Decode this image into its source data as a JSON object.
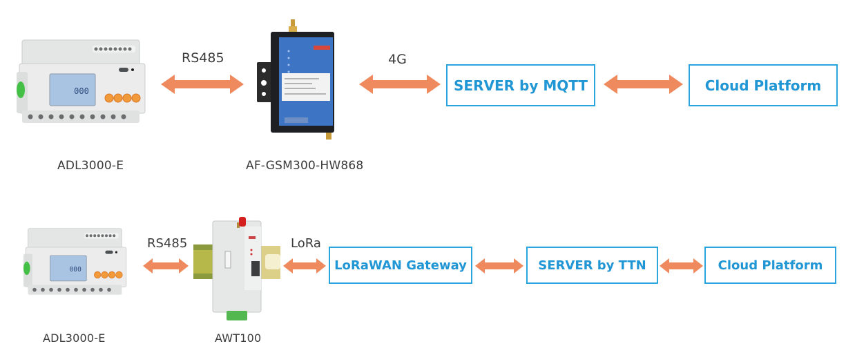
{
  "diagram": {
    "accent_colors": {
      "box_border": "#2aa5de",
      "box_text": "#2196d4",
      "arrow": "#ee8a5e"
    },
    "rows": [
      {
        "name": "4G/MQTT path",
        "devices": [
          {
            "id": "meter-1",
            "label": "ADL3000-E",
            "icon": "energy-meter-icon"
          },
          {
            "id": "gateway-4g",
            "label": "AF-GSM300-HW868",
            "icon": "4g-gateway-icon"
          }
        ],
        "links": [
          {
            "from": "ADL3000-E",
            "to": "AF-GSM300-HW868",
            "label": "RS485",
            "bidirectional": true
          },
          {
            "from": "AF-GSM300-HW868",
            "to": "SERVER by MQTT",
            "label": "4G",
            "bidirectional": true
          },
          {
            "from": "SERVER by MQTT",
            "to": "Cloud Platform",
            "label": "",
            "bidirectional": true
          }
        ],
        "boxes": [
          {
            "label": "SERVER by MQTT"
          },
          {
            "label": "Cloud Platform"
          }
        ]
      },
      {
        "name": "LoRa/TTN path",
        "devices": [
          {
            "id": "meter-2",
            "label": "ADL3000-E",
            "icon": "energy-meter-icon"
          },
          {
            "id": "lora-module",
            "label": "AWT100",
            "icon": "lora-module-icon"
          }
        ],
        "links": [
          {
            "from": "ADL3000-E",
            "to": "AWT100",
            "label": "RS485",
            "bidirectional": true
          },
          {
            "from": "AWT100",
            "to": "LoRaWAN Gateway",
            "label": "LoRa",
            "bidirectional": true
          },
          {
            "from": "LoRaWAN Gateway",
            "to": "SERVER by TTN",
            "label": "",
            "bidirectional": true
          },
          {
            "from": "SERVER by TTN",
            "to": "Cloud Platform",
            "label": "",
            "bidirectional": true
          }
        ],
        "boxes": [
          {
            "label": "LoRaWAN Gateway"
          },
          {
            "label": "SERVER by TTN"
          },
          {
            "label": "Cloud Platform"
          }
        ]
      }
    ],
    "meter_display": "000"
  }
}
